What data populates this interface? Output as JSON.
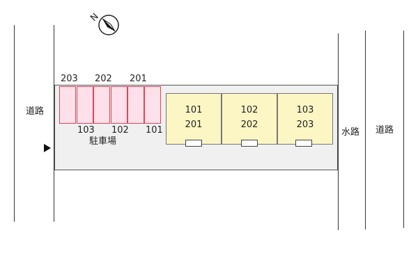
{
  "compass": {
    "label": "N"
  },
  "roads": {
    "left": "道路",
    "right": "道路",
    "waterway": "水路"
  },
  "parking": {
    "label": "駐車場",
    "top_numbers": [
      "203",
      "202",
      "201"
    ],
    "bottom_numbers": [
      "103",
      "102",
      "101"
    ]
  },
  "buildings": [
    {
      "upper": "101",
      "lower": "201"
    },
    {
      "upper": "102",
      "lower": "202"
    },
    {
      "upper": "103",
      "lower": "203"
    }
  ],
  "colors": {
    "parking_fill": "#fde0ea",
    "parking_border": "#e04456",
    "building_fill": "#fbf6c4",
    "lot_fill": "#f0f0f0"
  }
}
